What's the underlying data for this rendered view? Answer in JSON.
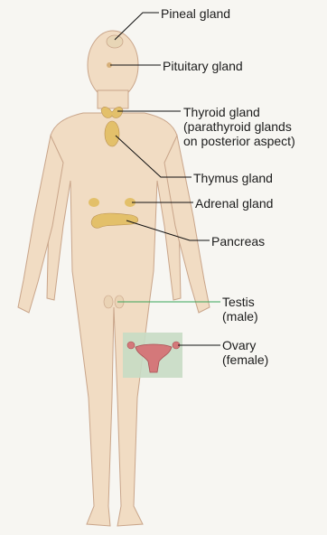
{
  "labels": {
    "pineal": "Pineal gland",
    "pituitary": "Pituitary gland",
    "thyroid": [
      "Thyroid gland",
      "(parathyroid glands",
      "on posterior aspect)"
    ],
    "thymus": "Thymus gland",
    "adrenal": "Adrenal gland",
    "pancreas": "Pancreas",
    "testis": [
      "Testis",
      "(male)"
    ],
    "ovary": [
      "Ovary",
      "(female)"
    ]
  },
  "colors": {
    "background": "#f7f6f2",
    "skin": "#f1dcc3",
    "skin_edge": "#c9a58a",
    "gland": "#e3c06a",
    "inset": "#c7dcc4",
    "uterus": "#d4787a",
    "leader_line": "#111111",
    "leader_line_green": "#3aa55a"
  }
}
